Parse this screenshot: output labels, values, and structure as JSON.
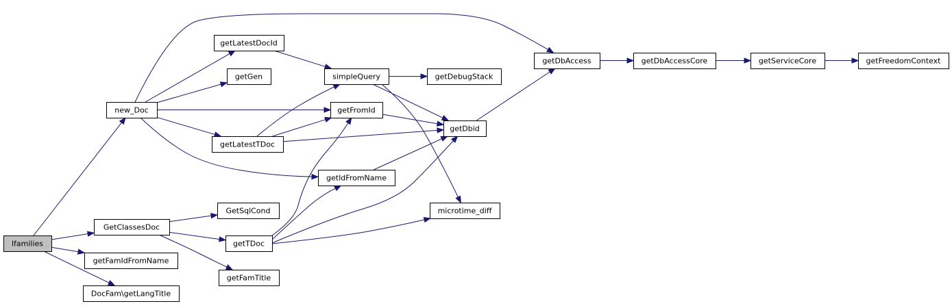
{
  "nodes": [
    {
      "id": "lfamilies",
      "label": "lfamilies",
      "root": true
    },
    {
      "id": "new_doc",
      "label": "new_Doc"
    },
    {
      "id": "getclassesdoc",
      "label": "GetClassesDoc"
    },
    {
      "id": "getfamidfromname",
      "label": "getFamIdFromName"
    },
    {
      "id": "getlangtitle",
      "label": "DocFam\\getLangTitle"
    },
    {
      "id": "getlatestdocid",
      "label": "getLatestDocId"
    },
    {
      "id": "getgen",
      "label": "getGen"
    },
    {
      "id": "getlatesttdoc",
      "label": "getLatestTDoc"
    },
    {
      "id": "getsqlcond",
      "label": "GetSqlCond"
    },
    {
      "id": "gettdoc",
      "label": "getTDoc"
    },
    {
      "id": "getfamtitle",
      "label": "getFamTitle"
    },
    {
      "id": "simplequery",
      "label": "simpleQuery"
    },
    {
      "id": "getfromid",
      "label": "getFromId"
    },
    {
      "id": "getidfromname",
      "label": "getIdFromName"
    },
    {
      "id": "getdebugstack",
      "label": "getDebugStack"
    },
    {
      "id": "getdbid",
      "label": "getDbid"
    },
    {
      "id": "microtime_diff",
      "label": "microtime_diff"
    },
    {
      "id": "getdbaccess",
      "label": "getDbAccess"
    },
    {
      "id": "getdbaccesscore",
      "label": "getDbAccessCore"
    },
    {
      "id": "getservicecore",
      "label": "getServiceCore"
    },
    {
      "id": "getfreedomcontext",
      "label": "getFreedomContext"
    }
  ],
  "edges": [
    {
      "from": "lfamilies",
      "to": "new_doc"
    },
    {
      "from": "lfamilies",
      "to": "getclassesdoc"
    },
    {
      "from": "lfamilies",
      "to": "getfamidfromname"
    },
    {
      "from": "lfamilies",
      "to": "getlangtitle"
    },
    {
      "from": "new_doc",
      "to": "getdbaccess"
    },
    {
      "from": "new_doc",
      "to": "getlatestdocid"
    },
    {
      "from": "new_doc",
      "to": "getgen"
    },
    {
      "from": "new_doc",
      "to": "getfromid"
    },
    {
      "from": "new_doc",
      "to": "getlatesttdoc"
    },
    {
      "from": "new_doc",
      "to": "getidfromname"
    },
    {
      "from": "getlatestdocid",
      "to": "simplequery"
    },
    {
      "from": "simplequery",
      "to": "getdebugstack"
    },
    {
      "from": "simplequery",
      "to": "getdbid"
    },
    {
      "from": "simplequery",
      "to": "microtime_diff"
    },
    {
      "from": "getlatesttdoc",
      "to": "simplequery"
    },
    {
      "from": "getlatesttdoc",
      "to": "getfromid"
    },
    {
      "from": "getlatesttdoc",
      "to": "getdbid"
    },
    {
      "from": "getfromid",
      "to": "getdbid"
    },
    {
      "from": "getidfromname",
      "to": "getdbid"
    },
    {
      "from": "getdbid",
      "to": "getdbaccess"
    },
    {
      "from": "getdbaccess",
      "to": "getdbaccesscore"
    },
    {
      "from": "getdbaccesscore",
      "to": "getservicecore"
    },
    {
      "from": "getservicecore",
      "to": "getfreedomcontext"
    },
    {
      "from": "getclassesdoc",
      "to": "getsqlcond"
    },
    {
      "from": "getclassesdoc",
      "to": "gettdoc"
    },
    {
      "from": "getclassesdoc",
      "to": "getfamtitle"
    },
    {
      "from": "gettdoc",
      "to": "getfromid"
    },
    {
      "from": "gettdoc",
      "to": "getidfromname"
    },
    {
      "from": "gettdoc",
      "to": "getdbid"
    },
    {
      "from": "gettdoc",
      "to": "microtime_diff"
    }
  ],
  "colors": {
    "edge": "#191970",
    "node_border": "#000000",
    "root_fill": "#bfbfbf",
    "node_fill": "#ffffff"
  }
}
